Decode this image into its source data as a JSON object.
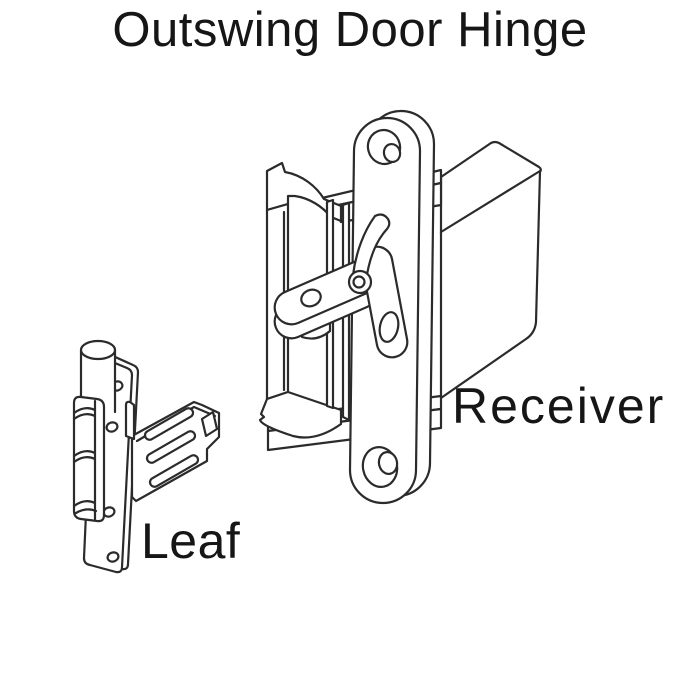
{
  "title": "Outswing Door Hinge",
  "colors": {
    "background": "#ffffff",
    "line": "#2b2b2b",
    "text": "#161616"
  },
  "diagram": {
    "type": "technical-line-illustration",
    "parts": [
      {
        "id": "receiver",
        "label": "Receiver"
      },
      {
        "id": "leaf",
        "label": "Leaf"
      }
    ]
  }
}
